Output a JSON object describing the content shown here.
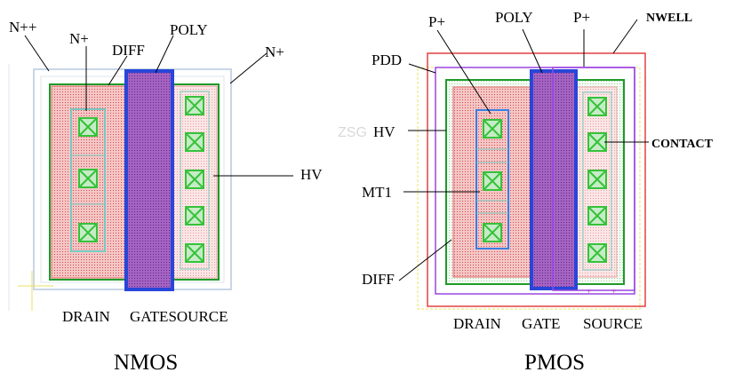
{
  "nmos": {
    "title": "NMOS",
    "labels": {
      "npp": "N++",
      "nplus_left": "N+",
      "nplus_right": "N+",
      "diff": "DIFF",
      "poly": "POLY",
      "hv": "HV",
      "drain": "DRAIN",
      "gatesource": "GATESOURCE"
    }
  },
  "pmos": {
    "title": "PMOS",
    "labels": {
      "pplus_left": "P+",
      "poly": "POLY",
      "pplus_right": "P+",
      "nwell": "NWELL",
      "pdd": "PDD",
      "hv": "HV",
      "contact": "CONTACT",
      "mt1": "MT1",
      "diff": "DIFF",
      "drain": "DRAIN",
      "gate": "GATE",
      "source": "SOURCE"
    }
  },
  "watermark": "ZSG",
  "colors": {
    "diff": "#1f9a2a",
    "poly_fill": "#9a59b8",
    "poly_border": "#2846d8",
    "drain_fill": "#f3c0c0",
    "contact": "#36c23a",
    "contact_frame": "#78c9c0",
    "outer_light": "#c9d6e8",
    "nwell": "#e34040",
    "pdd": "#9b45e0",
    "yellow": "#e8e060"
  }
}
